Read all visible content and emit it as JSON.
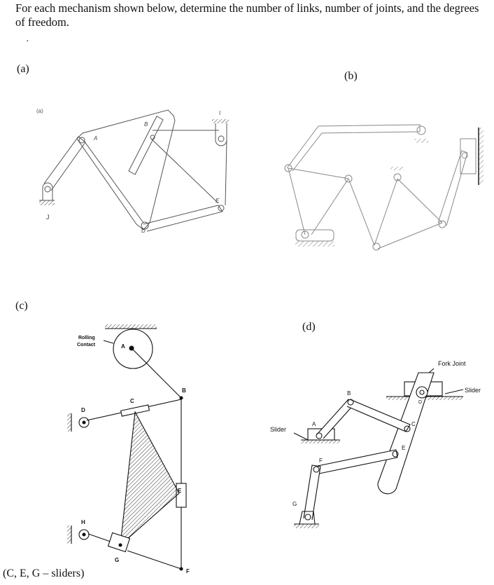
{
  "instructions": "For each mechanism shown below, determine the number of links, number of joints, and the degrees of freedom.",
  "bullet": "·",
  "parts": [
    {
      "label": "(a)"
    },
    {
      "label": "(b)"
    },
    {
      "label": "(c)"
    },
    {
      "label": "(d)"
    }
  ],
  "figures": {
    "a": {
      "tag": "(a)",
      "joints": [
        "J",
        "A",
        "B",
        "D",
        "E",
        "I"
      ]
    },
    "c": {
      "rolling_contact": [
        "Rolling",
        "Contact"
      ],
      "joints": [
        "A",
        "B",
        "C",
        "D",
        "E",
        "F",
        "G",
        "H"
      ]
    },
    "d": {
      "fork_joint": "Fork Joint",
      "slider_right": "Slider",
      "slider_left": "Slider",
      "joints": [
        "A",
        "B",
        "C",
        "E",
        "F",
        "G",
        "D"
      ]
    }
  },
  "footnote": "(C, E, G – sliders)"
}
